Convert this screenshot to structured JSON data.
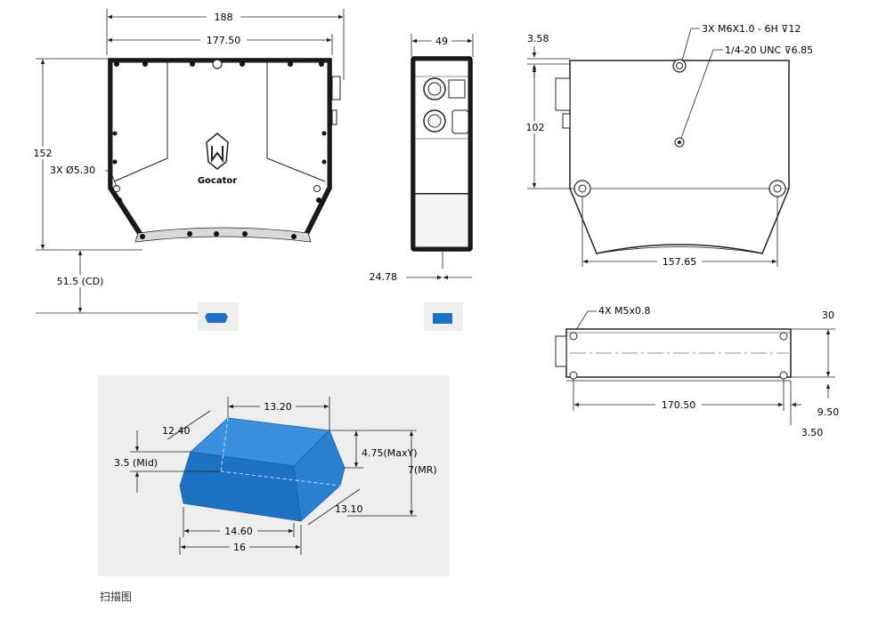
{
  "front_view": {
    "dim_overall_width": "188",
    "dim_inner_width": "177.50",
    "dim_height": "152",
    "hole_note": "3X Ø5.30",
    "clearance_distance": "51.5 (CD)",
    "logo_text": "Gocator"
  },
  "side_view": {
    "dim_depth": "49",
    "dim_offset": "24.78"
  },
  "top_view": {
    "dim_margin": "3.58",
    "note_tapped_holes": "3X M6X1.0 - 6H ⊽12",
    "note_mount_hole": "1/4-20 UNC ⊽6.85",
    "dim_height": "102",
    "dim_bottom_width": "157.65"
  },
  "bottom_view": {
    "note_holes": "4X M5x0.8",
    "dim_thickness": "30",
    "dim_width": "170.50",
    "dim_offset_a": "9.50",
    "dim_offset_b": "3.50"
  },
  "scan_volume": {
    "dim_top_width": "13.20",
    "dim_top_depth": "12.40",
    "dim_mid": "3.5 (Mid)",
    "dim_max_y": "4.75(MaxY)",
    "dim_mr": "7(MR)",
    "dim_side_depth": "13.10",
    "dim_inner_bottom": "14.60",
    "dim_bottom_width": "16"
  },
  "caption": "扫描图",
  "colors": {
    "line": "#222222",
    "scan_blue": "#1e72c4",
    "scan_blue_light": "#3a90dc",
    "scan_panel_bg": "#eeeeee"
  }
}
